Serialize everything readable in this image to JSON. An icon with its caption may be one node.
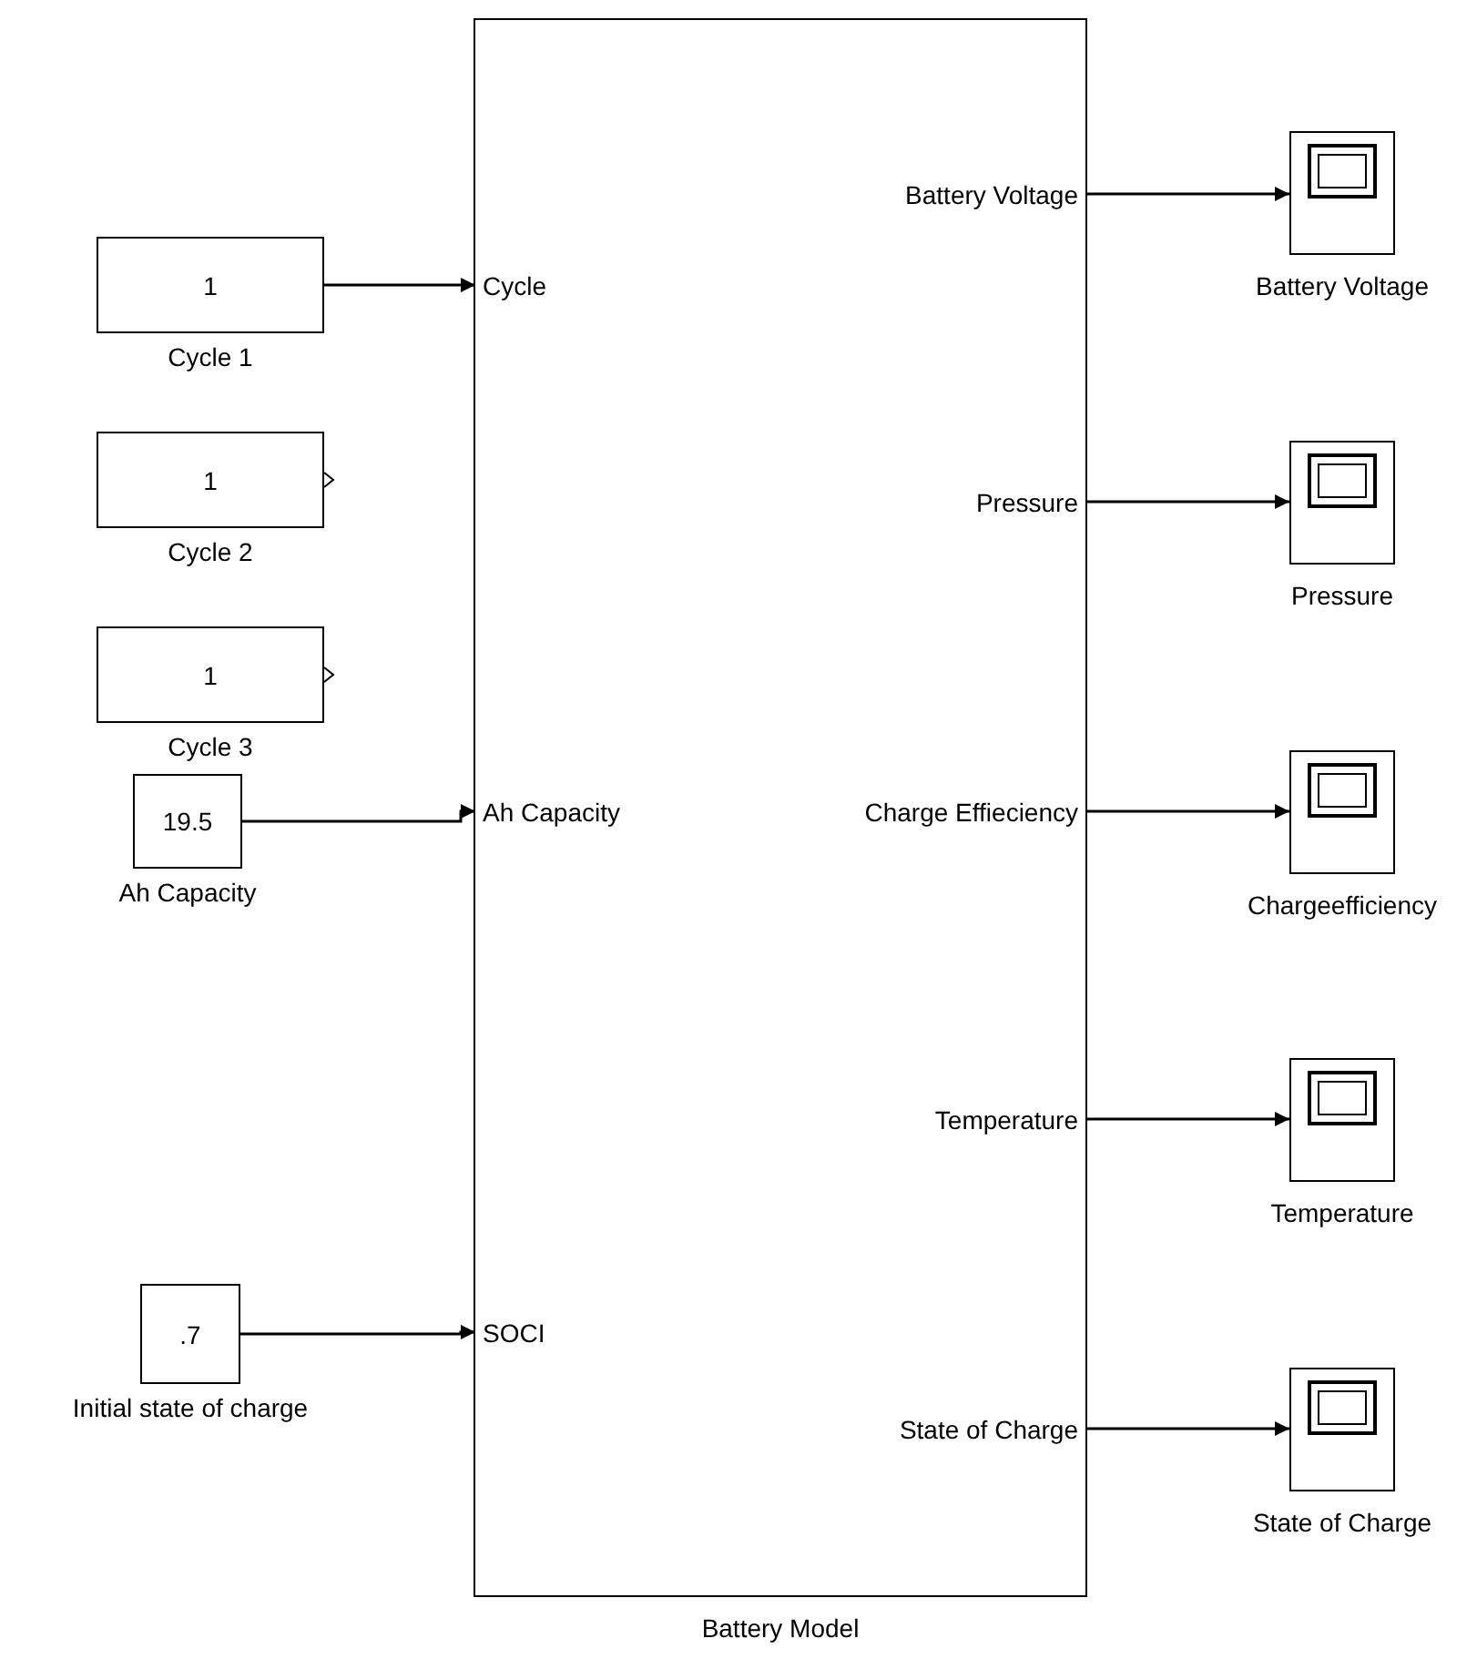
{
  "diagram": {
    "nodes": [
      {
        "text": [
          "Battery Model"
        ]
      },
      {
        "text": [
          "Cycle"
        ],
        "in": 0
      },
      {
        "text": [
          "Ah Capacity"
        ],
        "in": 0
      },
      {
        "text": [
          "SOCI"
        ],
        "in": 0
      },
      {
        "text": [
          "Battery Voltage"
        ],
        "in": 0
      },
      {
        "text": [
          "Pressure"
        ],
        "in": 0
      },
      {
        "text": [
          "Charge Effieciency"
        ],
        "in": 0
      },
      {
        "text": [
          "Temperature"
        ],
        "in": 0
      },
      {
        "text": [
          "State of Charge"
        ],
        "in": 0
      },
      {
        "text": [
          "1"
        ],
        "beside": [
          "Cycle 1"
        ]
      },
      {
        "text": [
          "1"
        ],
        "beside": [
          "Cycle 2"
        ]
      },
      {
        "text": [
          "1"
        ],
        "beside": [
          "Cycle 3"
        ]
      },
      {
        "text": [
          "19.5"
        ],
        "beside": [
          "Ah Capacity"
        ]
      },
      {
        "text": [
          ".7"
        ],
        "beside": [
          "Initial state of charge"
        ]
      },
      {
        "text": [],
        "shape": "box",
        "beside": [
          "Battery Voltage"
        ]
      },
      {
        "text": [],
        "shape": "box",
        "beside": [
          "Pressure"
        ]
      },
      {
        "text": [],
        "shape": "box",
        "beside": [
          "Chargeefficiency"
        ]
      },
      {
        "text": [],
        "shape": "box",
        "beside": [
          "Temperature"
        ]
      },
      {
        "text": [],
        "shape": "box",
        "beside": [
          "State of Charge"
        ]
      }
    ],
    "edges": [
      {
        "from": 9,
        "to": 1,
        "arrow": "to"
      },
      {
        "from": 12,
        "to": 2,
        "arrow": "to"
      },
      {
        "from": 13,
        "to": 3,
        "arrow": "to"
      },
      {
        "from": 4,
        "to": 14,
        "arrow": "to"
      },
      {
        "from": 5,
        "to": 15,
        "arrow": "to"
      },
      {
        "from": 6,
        "to": 16,
        "arrow": "to"
      },
      {
        "from": 7,
        "to": 17,
        "arrow": "to"
      },
      {
        "from": 8,
        "to": 18,
        "arrow": "to"
      }
    ]
  }
}
